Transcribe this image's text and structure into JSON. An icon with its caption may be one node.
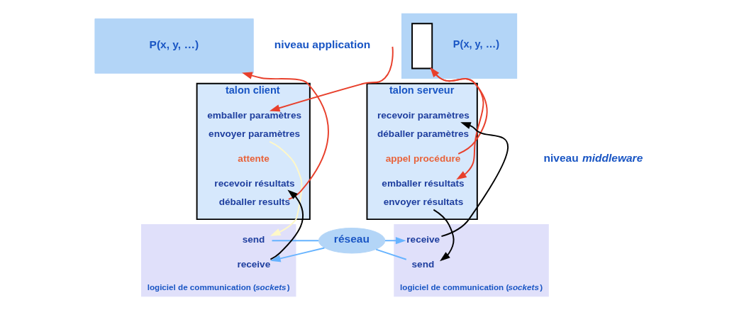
{
  "diagram": {
    "nodes": [
      {
        "text": [
          "P(x, y, …)"
        ]
      },
      {
        "text": [],
        "shape": "box",
        "beside": [
          "talon client"
        ]
      },
      {
        "text": [
          "emballer paramètres"
        ],
        "in": 1
      },
      {
        "text": [
          "envoyer paramètres"
        ],
        "in": 1
      },
      {
        "text": [
          "attente"
        ],
        "in": 1
      },
      {
        "text": [
          "recevoir résultats"
        ],
        "in": 1
      },
      {
        "text": [
          "déballer results"
        ],
        "in": 1
      },
      {
        "text": [],
        "shape": "box",
        "beside": [
          "logiciel de communication (*sockets*)"
        ]
      },
      {
        "text": [
          "send"
        ],
        "in": 7
      },
      {
        "text": [
          "receive"
        ],
        "in": 7
      },
      {
        "text": [
          "réseau"
        ]
      },
      {
        "text": [],
        "shape": "box"
      },
      {
        "text": [],
        "shape": "box",
        "in": 11,
        "beside": [
          "P(x, y, …)"
        ]
      },
      {
        "text": [],
        "shape": "box",
        "beside": [
          "talon serveur"
        ]
      },
      {
        "text": [
          "recevoir paramètres"
        ],
        "in": 13
      },
      {
        "text": [
          "déballer paramètres"
        ],
        "in": 13
      },
      {
        "text": [
          "appel procédure"
        ],
        "in": 13
      },
      {
        "text": [
          "emballer résultats"
        ],
        "in": 13
      },
      {
        "text": [
          "envoyer résultats"
        ],
        "in": 13
      },
      {
        "text": [],
        "shape": "box",
        "beside": [
          "logiciel de communication (*sockets*)"
        ]
      },
      {
        "text": [
          "receive"
        ],
        "in": 19
      },
      {
        "text": [
          "send"
        ],
        "in": 19
      }
    ],
    "edges": [
      {
        "from": null,
        "to": 2,
        "arrow": "to",
        "color": "#e8402c"
      },
      {
        "from": 6,
        "to": 0,
        "arrow": "to",
        "color": "#e8402c"
      },
      {
        "from": 3,
        "to": 8,
        "arrow": "to",
        "color": "#fff8c8"
      },
      {
        "from": 9,
        "to": 5,
        "arrow": "to",
        "color": "#000000"
      },
      {
        "from": 8,
        "to": 10,
        "arrow": "none",
        "color": "#66b3ff"
      },
      {
        "from": 10,
        "to": 20,
        "arrow": "to",
        "color": "#66b3ff"
      },
      {
        "from": 21,
        "to": 10,
        "arrow": "none",
        "color": "#66b3ff"
      },
      {
        "from": 10,
        "to": 9,
        "arrow": "to",
        "color": "#66b3ff"
      },
      {
        "from": 20,
        "to": 14,
        "arrow": "to",
        "color": "#000000"
      },
      {
        "from": 16,
        "to": 12,
        "arrow": "to",
        "color": "#e8402c"
      },
      {
        "from": 12,
        "to": 17,
        "arrow": "to",
        "color": "#e8402c"
      },
      {
        "from": 18,
        "to": 21,
        "arrow": "to",
        "color": "#000000"
      }
    ],
    "labels": [
      "niveau application",
      "niveau *middleware*"
    ]
  }
}
